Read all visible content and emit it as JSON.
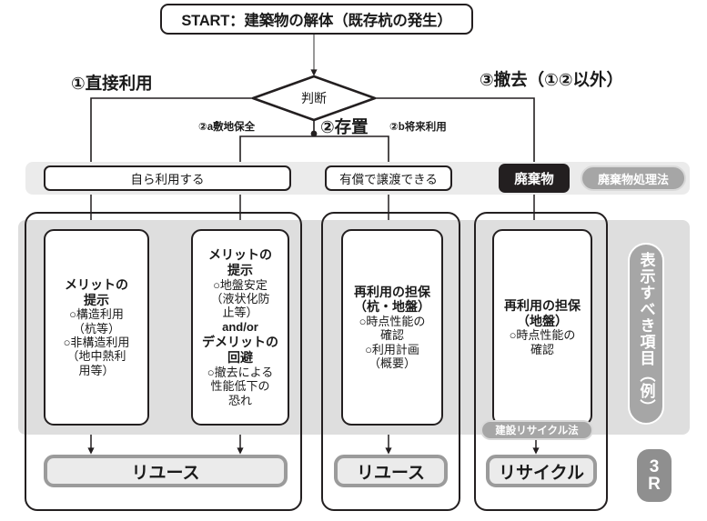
{
  "flow": {
    "start": {
      "label": "START：建築物の解体（既存杭の発生）"
    },
    "decision": {
      "label": "判断"
    },
    "branches": {
      "direct": "①直接利用",
      "store": "②存置",
      "remove": "③撤去（①②以外）",
      "sub_2a": "②a敷地保全",
      "sub_2b": "②b将来利用"
    },
    "row1": {
      "self_use": "自ら利用する",
      "paid_transfer": "有償で譲渡できる",
      "waste": "廃棄物",
      "waste_law_pill": "廃棄物処理法"
    },
    "details": [
      {
        "name": "merit-structural",
        "head": "メリットの\n提示",
        "items": "○構造利用\n（杭等）\n○非構造利用\n（地中熱利\n用等）"
      },
      {
        "name": "merit-ground",
        "head": "メリットの\n提示",
        "items": "○地盤安定\n（液状化防\n止等）",
        "andor": "and/or",
        "head2": "デメリットの\n回避",
        "items2": "○撤去による\n性能低下の\n恐れ"
      },
      {
        "name": "reuse-guarantee-pile-ground",
        "head": "再利用の担保\n（杭・地盤）",
        "items": "○時点性能の\n確認\n○利用計画\n（概要）"
      },
      {
        "name": "reuse-guarantee-ground",
        "head": "再利用の担保\n（地盤）",
        "items": "○時点性能の\n確認"
      }
    ],
    "results": {
      "reuse_left": "リユース",
      "reuse_mid": "リユース",
      "recycle": "リサイクル",
      "recycle_law_pill": "建設リサイクル法"
    },
    "side_badges": {
      "display_items": "表示すべき項目（例）",
      "three_r_line1": "3",
      "three_r_line2": "R"
    }
  },
  "colors": {
    "ink": "#231f20",
    "band_light": "#ebebeb",
    "band_mid": "#dedede",
    "pill_gray": "#a6a6a6",
    "badge_gray": "#8f8f8f",
    "result_border": "#9b9b9b"
  }
}
